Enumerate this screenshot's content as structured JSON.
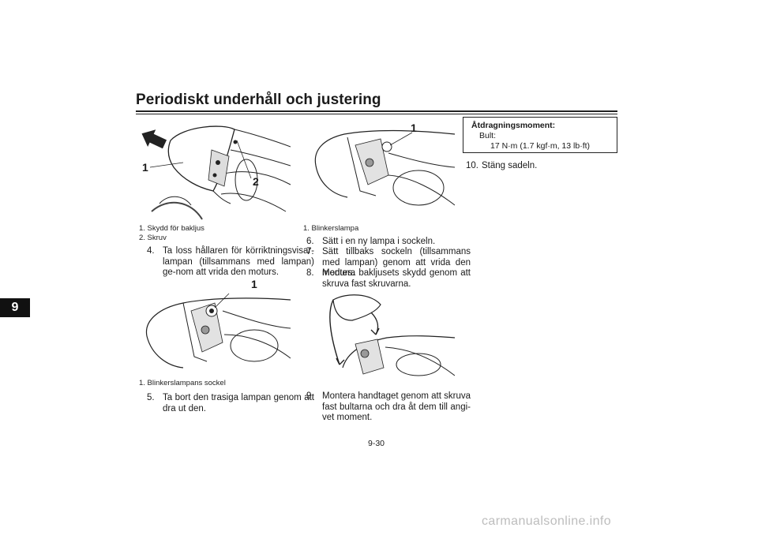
{
  "header": {
    "title": "Periodiskt underhåll och justering"
  },
  "chapter_tab": "9",
  "figure1": {
    "callouts": [
      "1",
      "2"
    ],
    "captions": [
      "1. Skydd för bakljus",
      "2. Skruv"
    ]
  },
  "figure2": {
    "callouts": [
      "1"
    ],
    "captions": [
      "1. Blinkerslampans sockel"
    ]
  },
  "figure3": {
    "callouts": [
      "1"
    ],
    "captions": [
      "1. Blinkerslampa"
    ]
  },
  "steps": {
    "step4": {
      "num": "4.",
      "text": "Ta loss hållaren för körriktningsvisar-lampan (tillsammans med lampan) ge-nom att vrida den moturs."
    },
    "step5": {
      "num": "5.",
      "text": "Ta bort den trasiga lampan genom att dra ut den."
    },
    "step6": {
      "num": "6.",
      "text": "Sätt i en ny lampa i sockeln."
    },
    "step7": {
      "num": "7.",
      "text": "Sätt tillbaks sockeln (tillsammans med lampan) genom att vrida den medurs."
    },
    "step8": {
      "num": "8.",
      "text": "Montera bakljusets skydd genom att skruva fast skruvarna."
    },
    "step9": {
      "num": "9.",
      "text": "Montera handtaget genom att skruva fast bultarna och dra åt dem till angi-vet moment."
    },
    "step10": {
      "num": "10.",
      "text": "Stäng sadeln."
    }
  },
  "torque": {
    "title": "Åtdragningsmoment:",
    "line1": "Bult:",
    "line2": "17 N·m (1.7 kgf·m, 13 lb·ft)"
  },
  "page_number": "9-30",
  "watermark": "carmanualsonline.info"
}
